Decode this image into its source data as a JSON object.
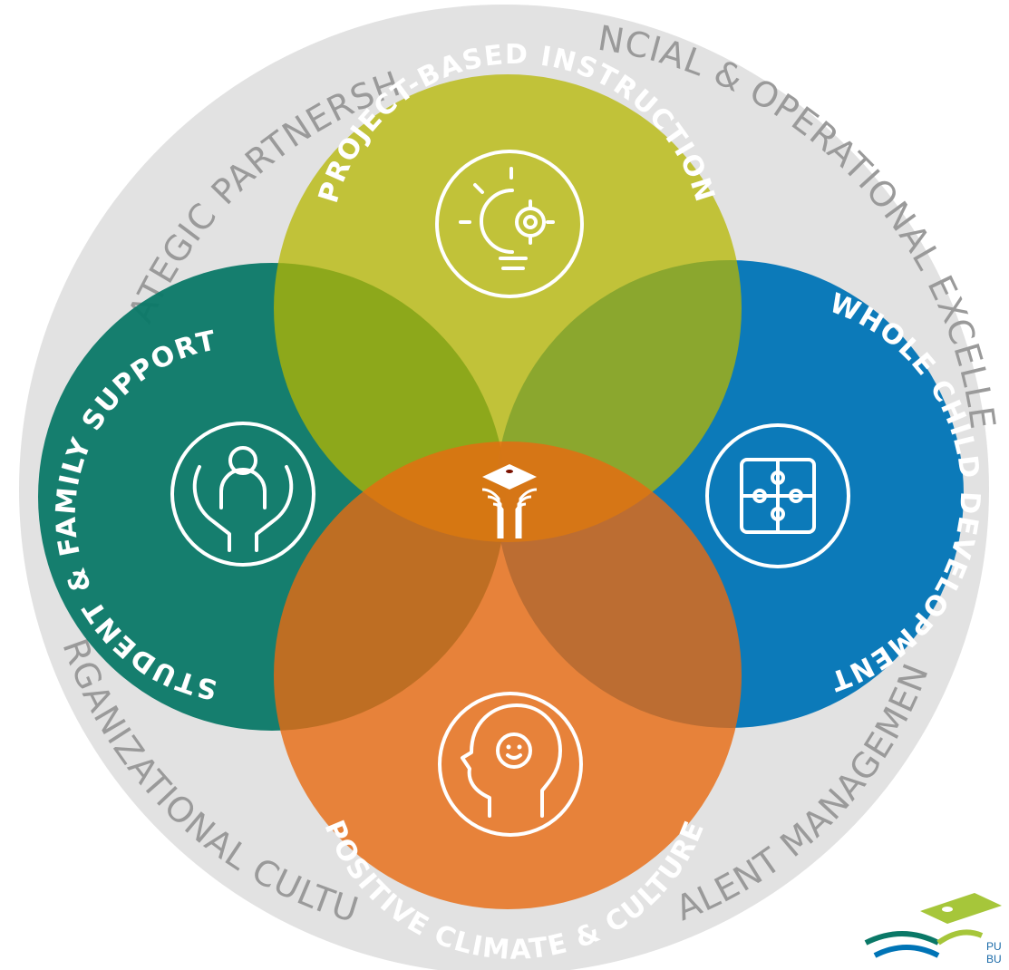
{
  "outer_ring": {
    "top_left": "STRATEGIC PARTNERSHIPS",
    "top_right": "FINANCIAL & OPERATIONAL EXCELLENCE",
    "bottom_left": "ORGANIZATIONAL CULTURE",
    "bottom_right": "TALENT MANAGEMENT"
  },
  "circles": {
    "top": {
      "label": "PROJECT-BASED INSTRUCTION",
      "color": "#b5b700",
      "icon": "lightbulb-gear-icon"
    },
    "left": {
      "label": "STUDENT & FAMILY SUPPORT",
      "color": "#0a7867",
      "icon": "hands-person-icon"
    },
    "right": {
      "label": "WHOLE CHILD DEVELOPMENT",
      "color": "#0074b6",
      "icon": "puzzle-icon"
    },
    "bottom": {
      "label": "POSITIVE CLIMATE & CULTURE",
      "color": "#e86a10",
      "icon": "head-smile-icon"
    }
  },
  "center": {
    "icon": "graduation-cap-icon"
  },
  "corner_logo": {
    "text_line1": "PU",
    "text_line2": "BU",
    "icon": "graduation-cap-logo-icon"
  }
}
